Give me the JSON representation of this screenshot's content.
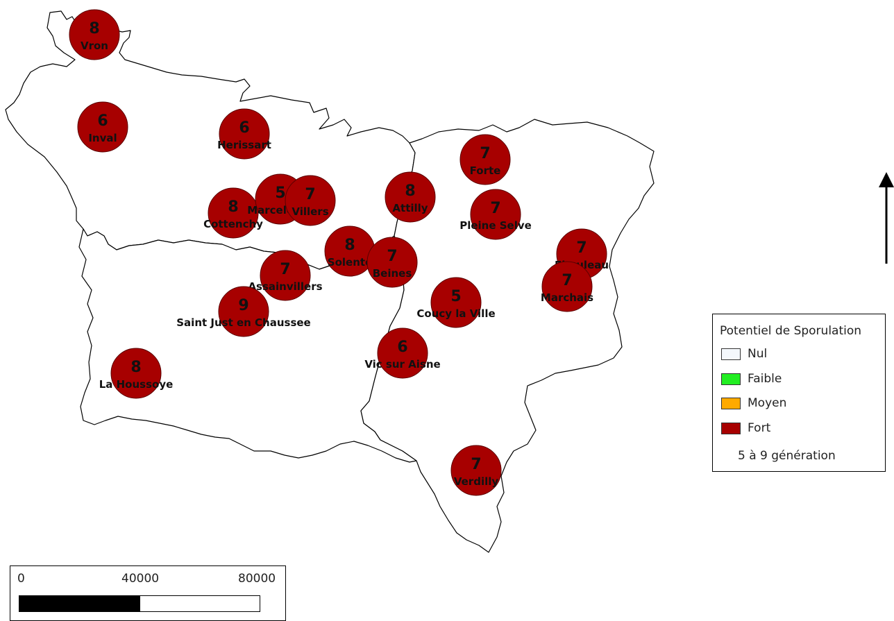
{
  "legend": {
    "title": "Potentiel de Sporulation",
    "items": [
      {
        "label": "Nul",
        "color": "#f4f8fc"
      },
      {
        "label": "Faible",
        "color": "#22ee22"
      },
      {
        "label": "Moyen",
        "color": "#ffaa00"
      },
      {
        "label": "Fort",
        "color": "#a70000"
      }
    ],
    "note": "5 à 9 génération"
  },
  "scale": {
    "labels": [
      "0",
      "40000",
      "80000"
    ]
  },
  "marker_color": "#a70000",
  "north_arrow": "north-arrow-icon",
  "markers": [
    {
      "name": "Vron",
      "value": "8"
    },
    {
      "name": "Inval",
      "value": "6"
    },
    {
      "name": "Herissart",
      "value": "6"
    },
    {
      "name": "Forte",
      "value": "7"
    },
    {
      "name": "Cottenchy",
      "value": "8"
    },
    {
      "name": "Marcelcave",
      "value": "5"
    },
    {
      "name": "Villers",
      "value": "7"
    },
    {
      "name": "Attilly",
      "value": "8"
    },
    {
      "name": "Pleine Selve",
      "value": "7"
    },
    {
      "name": "Solente",
      "value": "8"
    },
    {
      "name": "Beines",
      "value": "7"
    },
    {
      "name": "Assainvillers",
      "value": "7"
    },
    {
      "name": "Ebouleau",
      "value": "7"
    },
    {
      "name": "Marchais",
      "value": "7"
    },
    {
      "name": "Saint Just en Chaussee",
      "value": "9"
    },
    {
      "name": "Coucy la Ville",
      "value": "5"
    },
    {
      "name": "Vic sur Aisne",
      "value": "6"
    },
    {
      "name": "La Houssoye",
      "value": "8"
    },
    {
      "name": "Verdilly",
      "value": "7"
    }
  ]
}
